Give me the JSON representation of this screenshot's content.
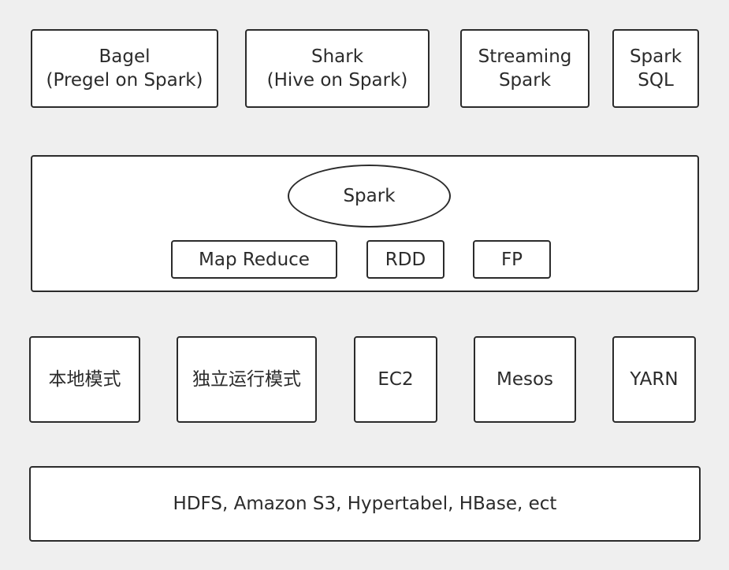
{
  "top_row": {
    "bagel": {
      "line1": "Bagel",
      "line2": "(Pregel on Spark)"
    },
    "shark": {
      "line1": "Shark",
      "line2": "(Hive on Spark)"
    },
    "streaming": {
      "line1": "Streaming",
      "line2": "Spark"
    },
    "spark_sql": {
      "line1": "Spark",
      "line2": "SQL"
    }
  },
  "core": {
    "spark": "Spark",
    "components": {
      "map_reduce": "Map Reduce",
      "rdd": "RDD",
      "fp": "FP"
    }
  },
  "deploy_modes": {
    "local": "本地模式",
    "standalone": "独立运行模式",
    "ec2": "EC2",
    "mesos": "Mesos",
    "yarn": "YARN"
  },
  "storage": {
    "label": "HDFS, Amazon S3, Hypertabel, HBase, ect"
  }
}
